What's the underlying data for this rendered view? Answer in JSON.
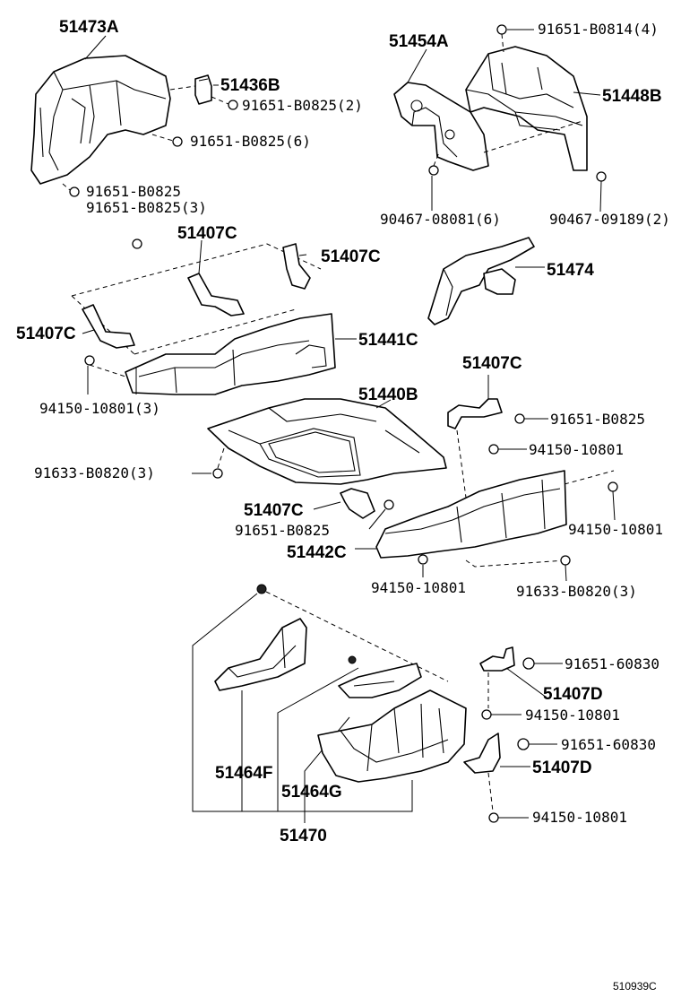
{
  "labels": {
    "p51473A": "51473A",
    "p51436B": "51436B",
    "f91651_B0825_2": "91651-B0825(2)",
    "f91651_B0825_6": "91651-B0825(6)",
    "f91651_B0825_a": "91651-B0825",
    "f91651_B0825_3": "91651-B0825(3)",
    "p51454A": "51454A",
    "f91651_B0814_4": "91651-B0814(4)",
    "p51448B": "51448B",
    "f90467_08081_6": "90467-08081(6)",
    "f90467_09189_2": "90467-09189(2)",
    "p51407C_a": "51407C",
    "p51407C_b": "51407C",
    "p51407C_c": "51407C",
    "p51474": "51474",
    "p51441C": "51441C",
    "f94150_10801_3": "94150-10801(3)",
    "p51407C_d": "51407C",
    "p51440B": "51440B",
    "f91651_B0825_b": "91651-B0825",
    "f94150_10801_a": "94150-10801",
    "f91633_B0820_3a": "91633-B0820(3)",
    "p51407C_e": "51407C",
    "f91651_B0825_c": "91651-B0825",
    "f94150_10801_b": "94150-10801",
    "p51442C": "51442C",
    "f94150_10801_c": "94150-10801",
    "f91633_B0820_3b": "91633-B0820(3)",
    "f91651_60830_a": "91651-60830",
    "p51407D_a": "51407D",
    "f94150_10801_d": "94150-10801",
    "f91651_60830_b": "91651-60830",
    "p51407D_b": "51407D",
    "f94150_10801_e": "94150-10801",
    "p51464F": "51464F",
    "p51464G": "51464G",
    "p51470": "51470",
    "diagram_code": "510939C"
  }
}
